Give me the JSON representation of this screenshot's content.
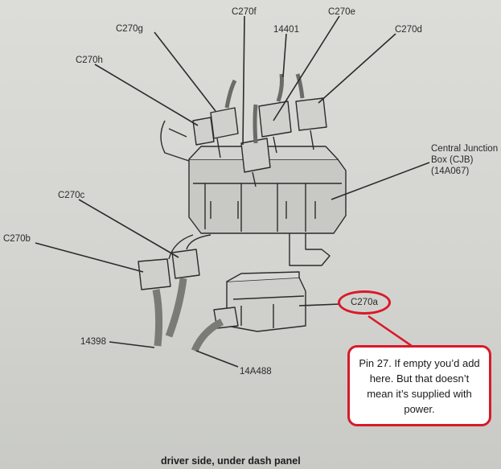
{
  "labels": {
    "c270f": "C270f",
    "c270e": "C270e",
    "c270g": "C270g",
    "n14401": "14401",
    "c270d": "C270d",
    "c270h": "C270h",
    "cjb": "Central Junction Box (CJB) (14A067)",
    "c270c": "C270c",
    "c270b": "C270b",
    "c270a": "C270a",
    "n14398": "14398",
    "n14a488": "14A488"
  },
  "callout": {
    "text": "Pin 27.  If empty you’d add here.  But that doesn’t mean it’s supplied with power."
  },
  "caption": "driver side, under dash panel",
  "colors": {
    "callout_border": "#d9192a",
    "line": "#2b2b2b",
    "paper": "#d6d7d3"
  }
}
